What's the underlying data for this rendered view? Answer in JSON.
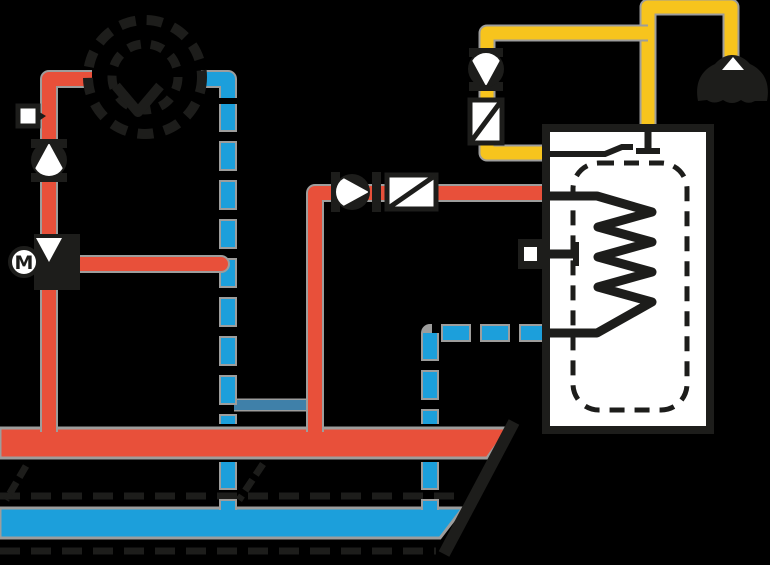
{
  "diagram": {
    "title": "hydraulic-heating-scheme",
    "labels": {
      "mixing_valve_motor": "M"
    },
    "colors": {
      "background": "#000000",
      "outline_black": "#1d1d1b",
      "white": "#ffffff",
      "supply_red": "#e8503a",
      "return_blue": "#1c9fdb",
      "dhw_yellow": "#f7c41d",
      "pipe_outline_gray": "#9d9d9c",
      "link_steel_blue": "#3f80a9"
    },
    "components": [
      "heating-circuit-icon",
      "pipe-temperature-sensor",
      "heating-circuit-pump",
      "three-way-mixing-valve",
      "mixing-valve-motor",
      "supply-manifold-red",
      "return-manifold-blue",
      "system-boundary-dashed-line",
      "boundary-cut-diagonal",
      "boiler-circuit-pump",
      "balancing-check-valve",
      "storage-tank",
      "tank-inner-wall",
      "heating-coil",
      "tank-temperature-sensor",
      "dhw-circulation-pump",
      "dhw-check-valve",
      "shower-outlet-icon"
    ]
  }
}
